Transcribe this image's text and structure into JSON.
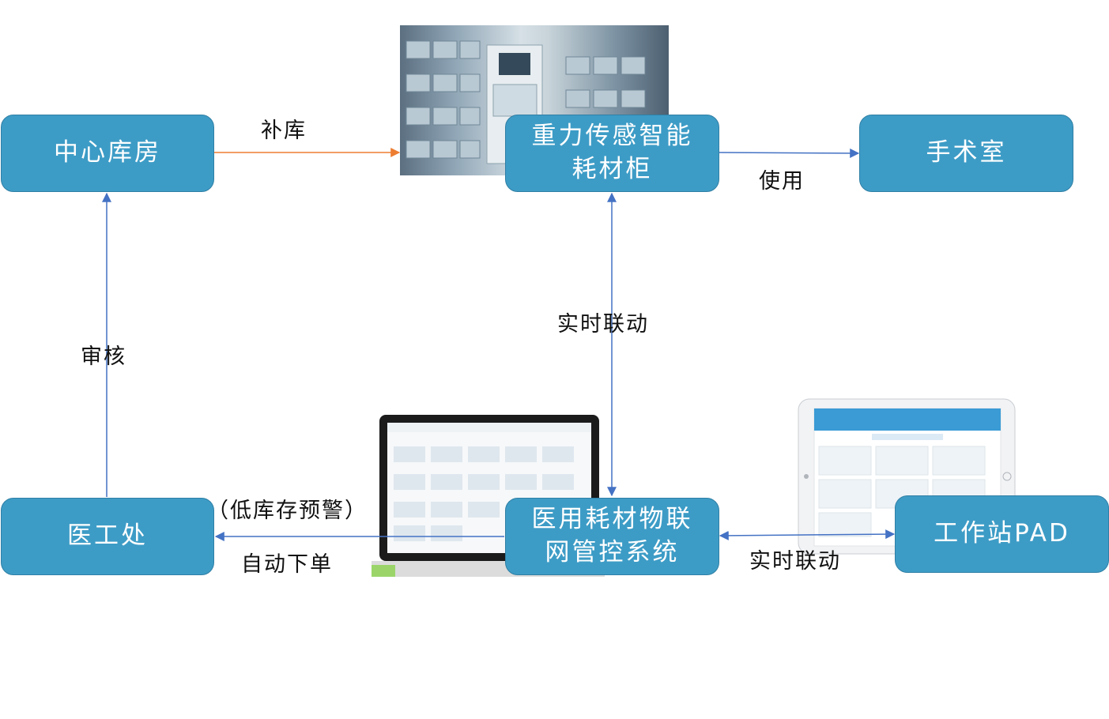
{
  "nodes": {
    "central_warehouse": "中心库房",
    "smart_cabinet_line1": "重力传感智能",
    "smart_cabinet_line2": "耗材柜",
    "operating_room": "手术室",
    "equipment_dept": "医工处",
    "iot_system_line1": "医用耗材物联",
    "iot_system_line2": "网管控系统",
    "workstation_pad": "工作站PAD"
  },
  "edge_labels": {
    "restock": "补库",
    "use": "使用",
    "review": "审核",
    "realtime_link_vertical": "实时联动",
    "low_stock_warning": "（低库存预警）",
    "auto_order": "自动下单",
    "realtime_link_horizontal": "实时联动"
  },
  "colors": {
    "node_fill": "#3d9cc6",
    "node_border": "#2f7fa5",
    "arrow_blue": "#4472c4",
    "arrow_orange": "#ed7d31"
  },
  "pictures": {
    "cabinet_photo": "smart-cabinet-room-photo",
    "laptop": "laptop-screen-icon",
    "tablet": "tablet-screen-icon"
  }
}
